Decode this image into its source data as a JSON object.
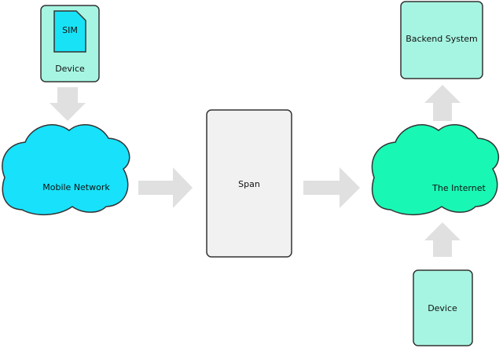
{
  "diagram": {
    "colors": {
      "device_fill": "#a6f5e2",
      "sim_fill": "#18e3f6",
      "cloud_mobile_fill": "#18e1fb",
      "cloud_internet_fill": "#19f7b4",
      "span_fill": "#f1f1f1",
      "backend_fill": "#a6f5e2",
      "arrow_fill": "#e0e0e0",
      "stroke": "#333333"
    },
    "nodes": {
      "device_top": {
        "label": "Device",
        "sim_label": "SIM"
      },
      "mobile_network": {
        "label": "Mobile Network"
      },
      "span": {
        "label": "Span"
      },
      "internet": {
        "label": "The Internet"
      },
      "backend": {
        "label": "Backend System"
      },
      "device_bottom": {
        "label": "Device"
      }
    }
  }
}
